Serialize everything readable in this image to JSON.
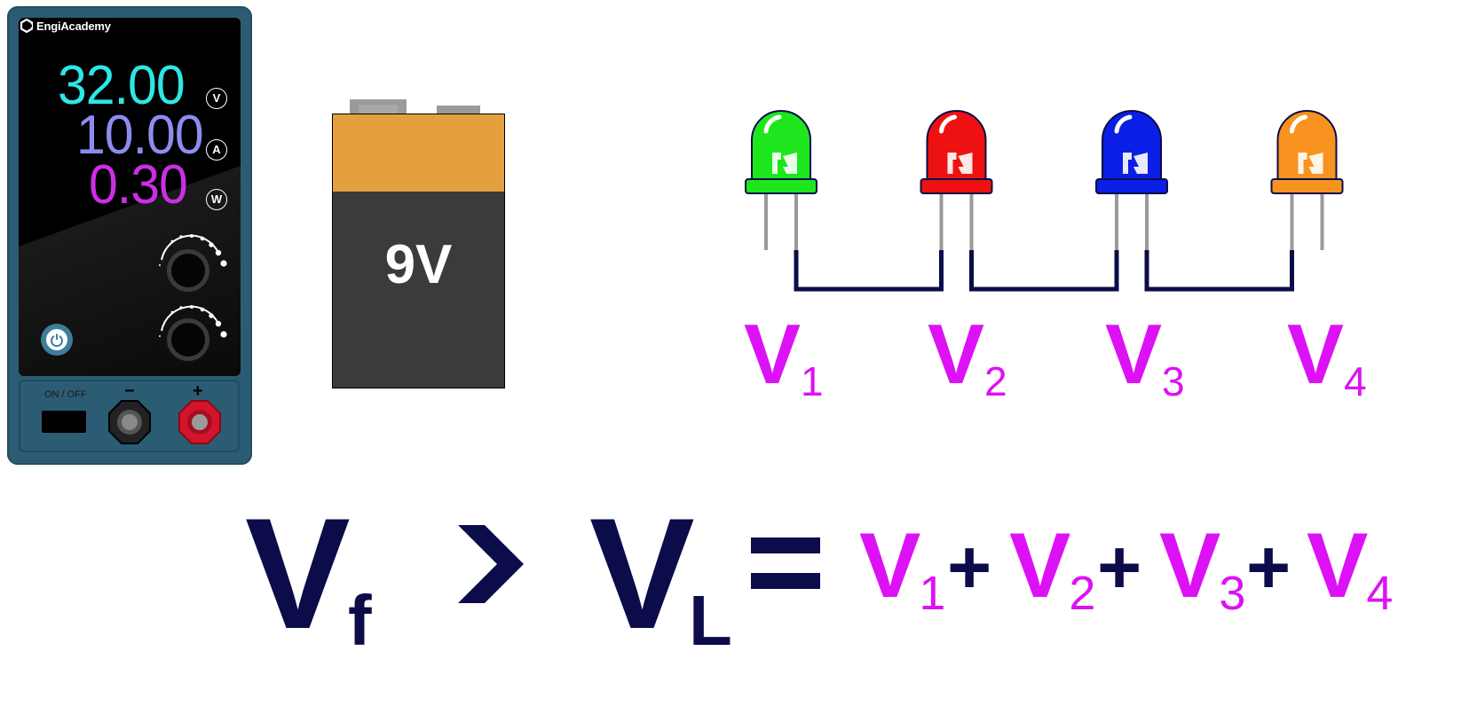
{
  "power_supply": {
    "brand": "EngiAcademy",
    "voltage_display": "32.00",
    "current_display": "10.00",
    "power_display": "0.30",
    "voltage_unit": "V",
    "current_unit": "A",
    "power_unit": "W",
    "switch_label": "ON / OFF",
    "negative_terminal": "−",
    "positive_terminal": "+",
    "colors": {
      "body": "#2b5c73",
      "voltage": "#2ee6e6",
      "current": "#8c8cf0",
      "power": "#cc2ee6"
    }
  },
  "battery": {
    "label": "9V",
    "colors": {
      "top": "#e49f3e",
      "body": "#3b3b3b",
      "terminal": "#9a9a9a"
    }
  },
  "leds": [
    {
      "color": "#1ee61e",
      "label": "V",
      "subscript": "1"
    },
    {
      "color": "#ee1111",
      "label": "V",
      "subscript": "2"
    },
    {
      "color": "#0a1ee6",
      "label": "V",
      "subscript": "3"
    },
    {
      "color": "#f7931e",
      "label": "V",
      "subscript": "4"
    }
  ],
  "wire_color": "#0c0c4a",
  "label_color": "#dd11f5",
  "equation": {
    "lhs": "V",
    "lhs_sub": "f",
    "operator": ">",
    "mid": "V",
    "mid_sub": "L",
    "equals": "=",
    "plus": "+",
    "terms": [
      {
        "label": "V",
        "subscript": "1"
      },
      {
        "label": "V",
        "subscript": "2"
      },
      {
        "label": "V",
        "subscript": "3"
      },
      {
        "label": "V",
        "subscript": "4"
      }
    ]
  }
}
